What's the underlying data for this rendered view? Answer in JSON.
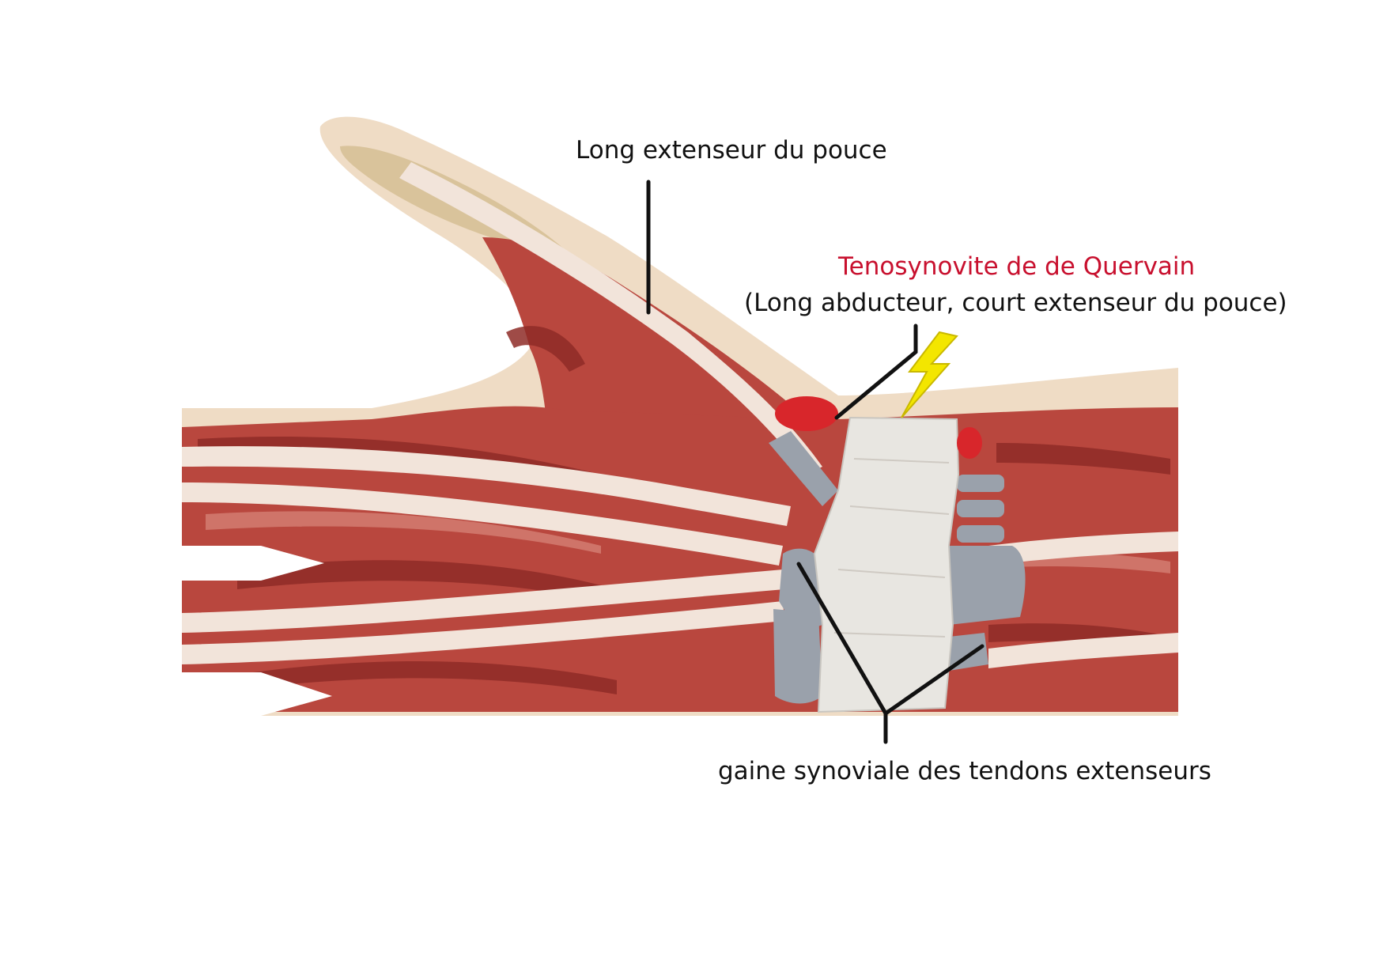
{
  "labels": {
    "long_extenseur": "Long extenseur du pouce",
    "quervain_title": "Tenosynovite de de Quervain",
    "quervain_sub": "(Long abducteur, court extenseur du pouce)",
    "gaine": "gaine synoviale des tendons extenseurs"
  },
  "colors": {
    "accent_title": "#c8102e",
    "muscle": "#b9473e",
    "muscle_dark": "#8e2b27",
    "muscle_light": "#d9877c",
    "skin": "#efdcc5",
    "bone": "#d9c39b",
    "tendon": "#f2e4da",
    "retinaculum": "#e8e6e1",
    "sheath": "#9aa1ab",
    "inflamed": "#d8262b",
    "lightning": "#f3e600",
    "leader_line": "#111111"
  }
}
